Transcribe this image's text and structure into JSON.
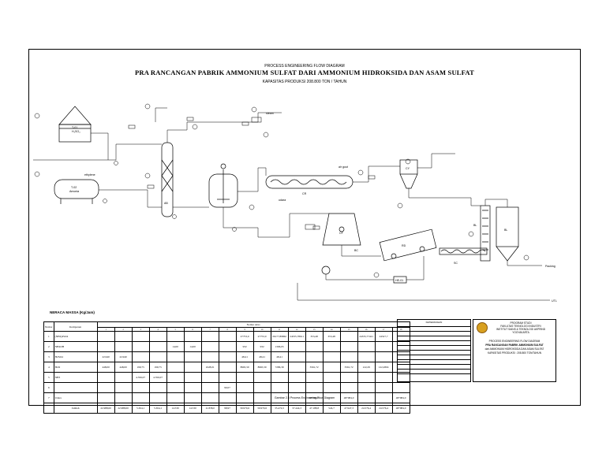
{
  "header": {
    "line1": "PROCESS ENGINEERING FLOW DIAGRAM",
    "title": "PRA RANCANGAN PABRIK AMMONIUM SULFAT DARI AMMONIUM HIDROKSIDA DAN ASAM SULFAT",
    "capacity": "KAPASITAS PRODUKSI 208.800 TON / TAHUN"
  },
  "equipment": {
    "t1": "T-01",
    "t1_sub": "H₂SO₄",
    "t2": "T-02",
    "t2_sub": "Amonia",
    "ab": "AB",
    "cr": "CR",
    "cf": "CF",
    "rd": "RD",
    "sc": "SC",
    "bc": "BC",
    "bl": "BL",
    "cy": "CY",
    "bl2": "BL",
    "he": "HE-01",
    "packing": "Packing",
    "utl": "UTL",
    "ethylene": "ethylene",
    "airgout": "air gout",
    "steam": "steam",
    "udara": "udara"
  },
  "neraca": {
    "title": "NERACA MASSA (Kg/Jam)",
    "no_label": "Nomor",
    "komponen_label": "Komponen",
    "arus_label": "Nomor Arus",
    "arus": [
      "1",
      "2",
      "3",
      "4",
      "5",
      "6",
      "7",
      "8",
      "9",
      "10",
      "11",
      "12",
      "13",
      "14",
      "15",
      "16",
      "17",
      "18"
    ],
    "rows": [
      {
        "no": "1",
        "name": "(NH4)2SO4",
        "vals": [
          "",
          "",
          "",
          "",
          "",
          "",
          "",
          "",
          "27753,0",
          "27753,0",
          "26177,89862",
          "24335,78611",
          "353,48",
          "353,48",
          "",
          "24335,77421",
          "24527,7",
          ""
        ]
      },
      {
        "no": "2",
        "name": "NH4OH",
        "vals": [
          "",
          "",
          "",
          "",
          "14,00",
          "14,00",
          "",
          "",
          "932",
          "932",
          "1306,05",
          "",
          "",
          "",
          "",
          "",
          "",
          ""
        ]
      },
      {
        "no": "3",
        "name": "H2SO4",
        "vals": [
          "22.940",
          "22.940",
          "",
          "",
          "",
          "",
          "",
          "",
          "48,41",
          "48,41",
          "48,41",
          "",
          "",
          "",
          "",
          "",
          "",
          ""
        ]
      },
      {
        "no": "4",
        "name": "H2O",
        "vals": [
          "448,00",
          "448,00",
          "199,75",
          "199,75",
          "",
          "",
          "1028,01",
          "",
          "8965,59",
          "8965,59",
          "7286,39",
          "",
          "3561,72",
          "",
          "3561,72",
          "122,29",
          "122,2804",
          ""
        ]
      },
      {
        "no": "5",
        "name": "NH3",
        "vals": [
          "",
          "",
          "4.356,07",
          "4.356,07",
          "",
          "",
          "",
          "",
          "",
          "",
          "",
          "",
          "",
          "",
          "",
          "",
          "",
          ""
        ]
      },
      {
        "no": "6",
        "name": "",
        "vals": [
          "",
          "",
          "",
          "",
          "",
          "",
          "",
          "90,07",
          "",
          "",
          "",
          "",
          "",
          "",
          "",
          "",
          "",
          ""
        ]
      },
      {
        "no": "7",
        "name": "Udara",
        "vals": [
          "",
          "",
          "",
          "",
          "",
          "",
          "",
          "",
          "",
          "",
          "",
          "",
          "487984,0",
          "",
          "487984,0",
          "",
          "",
          "487984,0"
        ]
      }
    ],
    "total_label": "Jumlah",
    "total": [
      "22.988,00",
      "22.988,00",
      "5.364,1",
      "5.364,1",
      "14.530",
      "14.530",
      "11.838,0",
      "98,97",
      "39.970,6",
      "39.970,6",
      "35.474,5",
      "37.444,3",
      "47.188,8",
      "524,7",
      "47.947,3",
      "24.576,4",
      "24.576,4",
      "487984,0"
    ]
  },
  "keterangan": {
    "title": "KETERANGAN"
  },
  "title_block": {
    "line1": "PROGRAM STUDI",
    "line2": "FAKULTAS TEKNOLOGI INDUSTRI",
    "line3": "INSTITUT SAINS & TEKNOLOGI AKPRIND",
    "line4": "YOGYAKARTA",
    "line5": "PROCESS ENGINEERING FLOW DIAGRAM",
    "line6": "PRA RANCANGAN PABRIK AMMONIUM SULFAT",
    "line7": "dari AMMONIUM HIDROKSIDA DAN ASAM SULFAT",
    "line8": "KAPASITAS PRODUKSI : 208.800 TON/TAHUN"
  },
  "caption": "Gambar 2.3 Process Engineering Flow Diagram"
}
